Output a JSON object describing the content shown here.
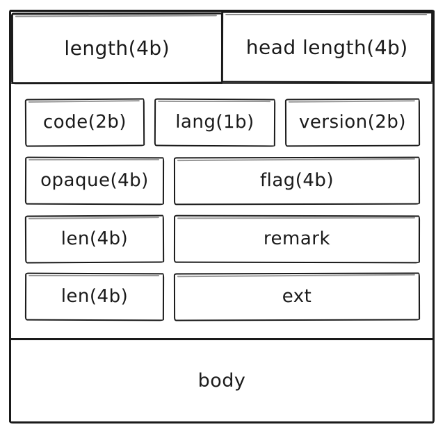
{
  "colors": {
    "stroke": "#1a1a1a",
    "background": "#ffffff"
  },
  "top_row": {
    "length_label": "length(4b)",
    "head_length_label": "head length(4b)"
  },
  "header": {
    "code_label": "code(2b)",
    "lang_label": "lang(1b)",
    "version_label": "version(2b)",
    "opaque_label": "opaque(4b)",
    "flag_label": "flag(4b)",
    "remark_len_label": "len(4b)",
    "remark_label": "remark",
    "ext_len_label": "len(4b)",
    "ext_label": "ext"
  },
  "body": {
    "label": "body"
  }
}
